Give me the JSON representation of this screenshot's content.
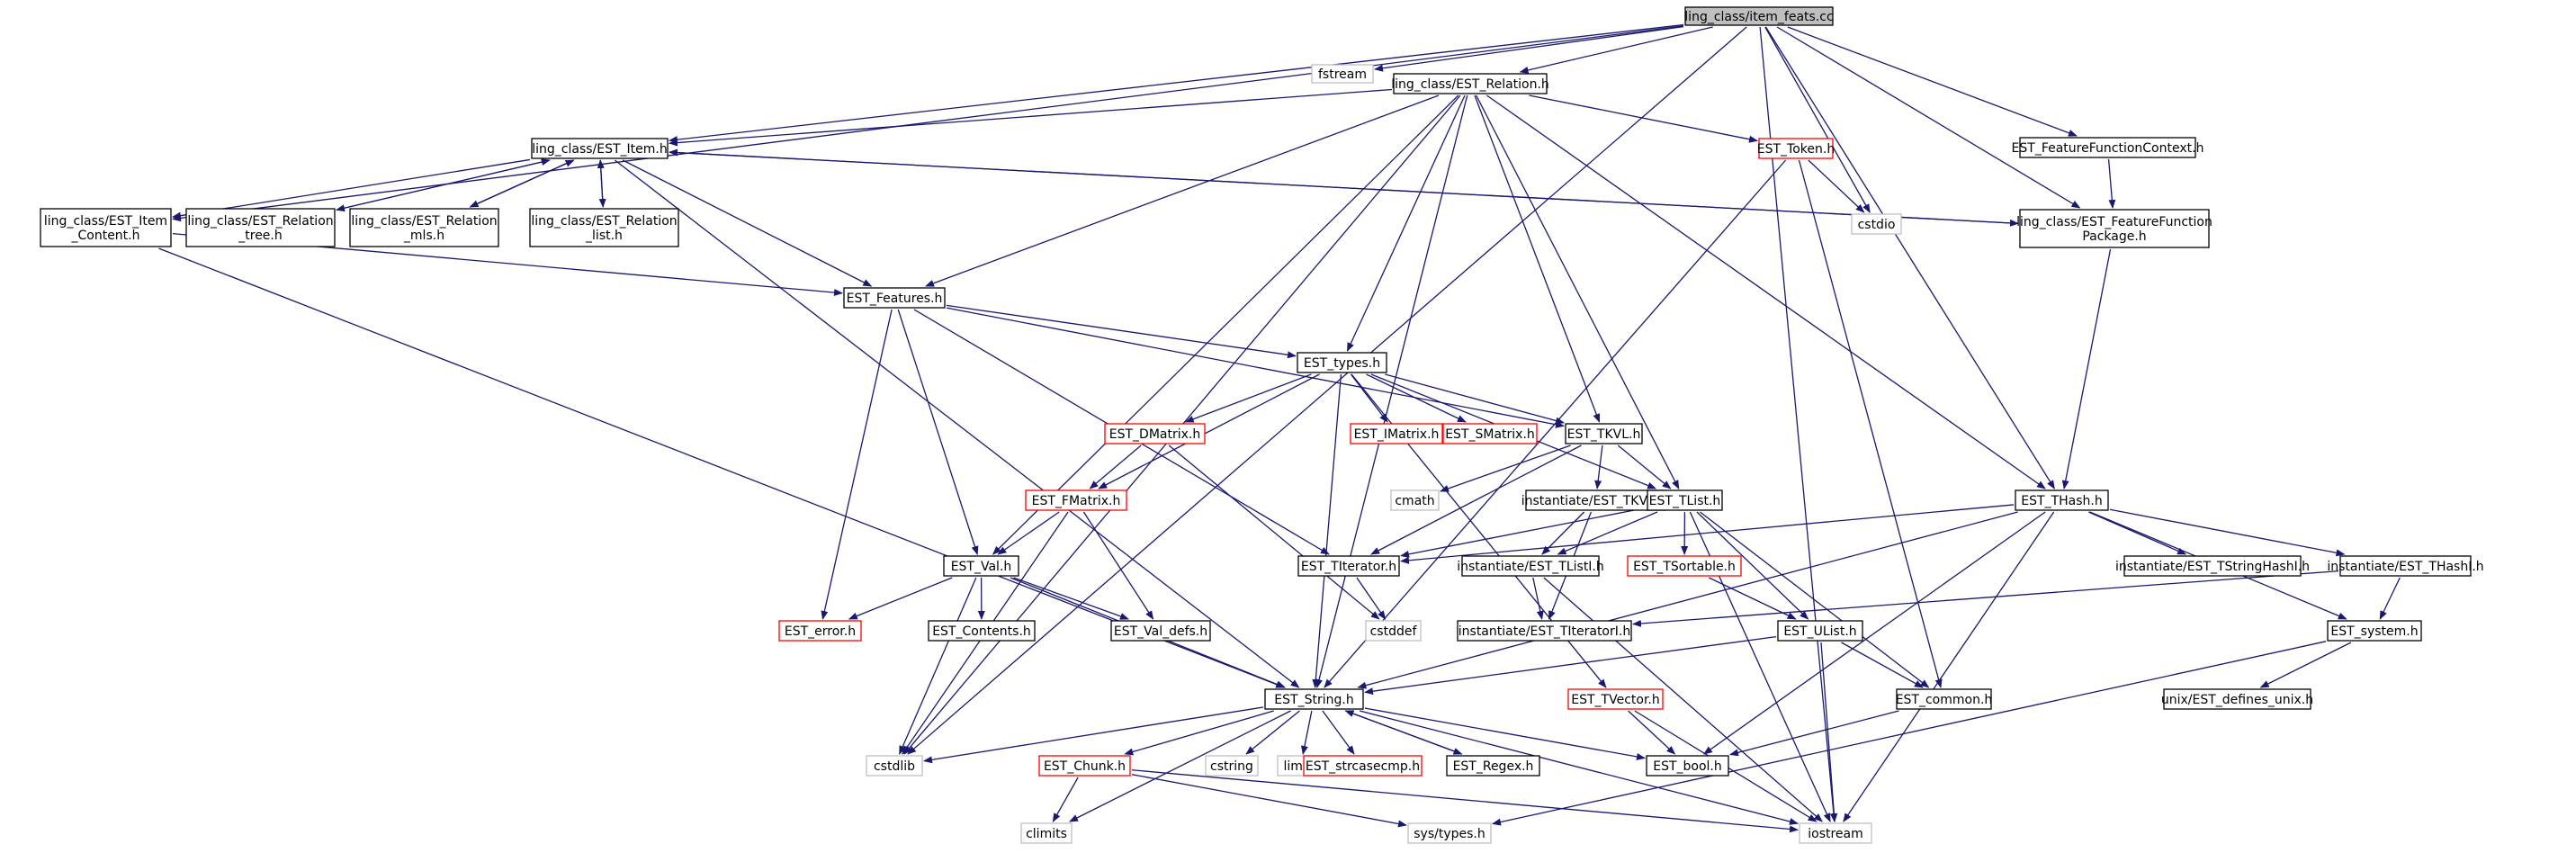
{
  "title": "ling_class/item_feats.cc",
  "colors": {
    "edge": "#191970",
    "box_default": "#000000",
    "box_missing": "#ff0000",
    "box_system": "#bfbfbf",
    "box_root_fill": "#bfbfbf",
    "text": "#000000"
  },
  "nodes": [
    {
      "id": "root",
      "label": [
        "ling_class/item_feats.cc"
      ],
      "kind": "root"
    },
    {
      "id": "fstream",
      "label": [
        "fstream"
      ],
      "kind": "system"
    },
    {
      "id": "relation",
      "label": [
        "ling_class/EST_Relation.h"
      ],
      "kind": "default"
    },
    {
      "id": "item",
      "label": [
        "ling_class/EST_Item.h"
      ],
      "kind": "default"
    },
    {
      "id": "token",
      "label": [
        "EST_Token.h"
      ],
      "kind": "missing"
    },
    {
      "id": "cstdio",
      "label": [
        "cstdio"
      ],
      "kind": "system"
    },
    {
      "id": "ffcontext",
      "label": [
        "EST_FeatureFunctionContext.h"
      ],
      "kind": "default"
    },
    {
      "id": "ffpackage",
      "label": [
        "ling_class/EST_FeatureFunction",
        "Package.h"
      ],
      "kind": "default"
    },
    {
      "id": "itemcontent",
      "label": [
        "ling_class/EST_Item",
        "_Content.h"
      ],
      "kind": "default"
    },
    {
      "id": "reltree",
      "label": [
        "ling_class/EST_Relation",
        "_tree.h"
      ],
      "kind": "default"
    },
    {
      "id": "relmls",
      "label": [
        "ling_class/EST_Relation",
        "_mls.h"
      ],
      "kind": "default"
    },
    {
      "id": "rellist",
      "label": [
        "ling_class/EST_Relation",
        "_list.h"
      ],
      "kind": "default"
    },
    {
      "id": "features",
      "label": [
        "EST_Features.h"
      ],
      "kind": "default"
    },
    {
      "id": "types",
      "label": [
        "EST_types.h"
      ],
      "kind": "default"
    },
    {
      "id": "dmatrix",
      "label": [
        "EST_DMatrix.h"
      ],
      "kind": "missing"
    },
    {
      "id": "imatrix",
      "label": [
        "EST_IMatrix.h"
      ],
      "kind": "missing"
    },
    {
      "id": "smatrix",
      "label": [
        "EST_SMatrix.h"
      ],
      "kind": "missing"
    },
    {
      "id": "tkvl",
      "label": [
        "EST_TKVL.h"
      ],
      "kind": "default"
    },
    {
      "id": "fmatrix",
      "label": [
        "EST_FMatrix.h"
      ],
      "kind": "missing"
    },
    {
      "id": "cmath",
      "label": [
        "cmath"
      ],
      "kind": "system"
    },
    {
      "id": "tkvli",
      "label": [
        "instantiate/EST_TKVLI.h"
      ],
      "kind": "default"
    },
    {
      "id": "tlist",
      "label": [
        "EST_TList.h"
      ],
      "kind": "default"
    },
    {
      "id": "thash",
      "label": [
        "EST_THash.h"
      ],
      "kind": "default"
    },
    {
      "id": "val",
      "label": [
        "EST_Val.h"
      ],
      "kind": "default"
    },
    {
      "id": "titerator",
      "label": [
        "EST_TIterator.h"
      ],
      "kind": "default"
    },
    {
      "id": "tlisti",
      "label": [
        "instantiate/EST_TListI.h"
      ],
      "kind": "default"
    },
    {
      "id": "tsortable",
      "label": [
        "EST_TSortable.h"
      ],
      "kind": "missing"
    },
    {
      "id": "tstringhashi",
      "label": [
        "instantiate/EST_TStringHashI.h"
      ],
      "kind": "default"
    },
    {
      "id": "thashi",
      "label": [
        "instantiate/EST_THashI.h"
      ],
      "kind": "default"
    },
    {
      "id": "error",
      "label": [
        "EST_error.h"
      ],
      "kind": "missing"
    },
    {
      "id": "contents",
      "label": [
        "EST_Contents.h"
      ],
      "kind": "default"
    },
    {
      "id": "valdefs",
      "label": [
        "EST_Val_defs.h"
      ],
      "kind": "default"
    },
    {
      "id": "cstddef",
      "label": [
        "cstddef"
      ],
      "kind": "system"
    },
    {
      "id": "titeratori",
      "label": [
        "instantiate/EST_TIteratorI.h"
      ],
      "kind": "default"
    },
    {
      "id": "ulist",
      "label": [
        "EST_UList.h"
      ],
      "kind": "default"
    },
    {
      "id": "system",
      "label": [
        "EST_system.h"
      ],
      "kind": "default"
    },
    {
      "id": "estring",
      "label": [
        "EST_String.h"
      ],
      "kind": "default"
    },
    {
      "id": "tvector",
      "label": [
        "EST_TVector.h"
      ],
      "kind": "missing"
    },
    {
      "id": "common",
      "label": [
        "EST_common.h"
      ],
      "kind": "default"
    },
    {
      "id": "definesunix",
      "label": [
        "unix/EST_defines_unix.h"
      ],
      "kind": "default"
    },
    {
      "id": "cstdlib",
      "label": [
        "cstdlib"
      ],
      "kind": "system"
    },
    {
      "id": "chunk",
      "label": [
        "EST_Chunk.h"
      ],
      "kind": "missing"
    },
    {
      "id": "cstring",
      "label": [
        "cstring"
      ],
      "kind": "system"
    },
    {
      "id": "limits",
      "label": [
        "limits"
      ],
      "kind": "system"
    },
    {
      "id": "strcasecmp",
      "label": [
        "EST_strcasecmp.h"
      ],
      "kind": "missing"
    },
    {
      "id": "regex",
      "label": [
        "EST_Regex.h"
      ],
      "kind": "default"
    },
    {
      "id": "bool",
      "label": [
        "EST_bool.h"
      ],
      "kind": "default"
    },
    {
      "id": "climits",
      "label": [
        "climits"
      ],
      "kind": "system"
    },
    {
      "id": "systypes",
      "label": [
        "sys/types.h"
      ],
      "kind": "system"
    },
    {
      "id": "iostream",
      "label": [
        "iostream"
      ],
      "kind": "system"
    }
  ],
  "edges": [
    [
      "root",
      "fstream"
    ],
    [
      "root",
      "relation"
    ],
    [
      "root",
      "item"
    ],
    [
      "root",
      "itemcontent"
    ],
    [
      "root",
      "cstdio"
    ],
    [
      "root",
      "ffcontext"
    ],
    [
      "root",
      "ffpackage"
    ],
    [
      "root",
      "thash"
    ],
    [
      "root",
      "cstdlib"
    ],
    [
      "root",
      "iostream"
    ],
    [
      "relation",
      "item"
    ],
    [
      "relation",
      "token"
    ],
    [
      "relation",
      "features"
    ],
    [
      "relation",
      "types"
    ],
    [
      "relation",
      "val"
    ],
    [
      "relation",
      "tkvl"
    ],
    [
      "relation",
      "tlist"
    ],
    [
      "relation",
      "thash"
    ],
    [
      "relation",
      "estring"
    ],
    [
      "relation",
      "cstdlib"
    ],
    [
      "item",
      "itemcontent"
    ],
    [
      "item",
      "reltree"
    ],
    [
      "item",
      "relmls"
    ],
    [
      "item",
      "rellist"
    ],
    [
      "item",
      "features"
    ],
    [
      "item",
      "ffpackage"
    ],
    [
      "item",
      "estring"
    ],
    [
      "reltree",
      "item"
    ],
    [
      "relmls",
      "item"
    ],
    [
      "rellist",
      "item"
    ],
    [
      "itemcontent",
      "features"
    ],
    [
      "itemcontent",
      "estring"
    ],
    [
      "token",
      "cstdio"
    ],
    [
      "token",
      "estring"
    ],
    [
      "token",
      "common"
    ],
    [
      "ffcontext",
      "ffpackage"
    ],
    [
      "ffpackage",
      "item"
    ],
    [
      "ffpackage",
      "thash"
    ],
    [
      "features",
      "types"
    ],
    [
      "features",
      "val"
    ],
    [
      "features",
      "tkvl"
    ],
    [
      "features",
      "titerator"
    ],
    [
      "features",
      "error"
    ],
    [
      "types",
      "dmatrix"
    ],
    [
      "types",
      "imatrix"
    ],
    [
      "types",
      "smatrix"
    ],
    [
      "types",
      "tkvl"
    ],
    [
      "types",
      "fmatrix"
    ],
    [
      "types",
      "tlist"
    ],
    [
      "types",
      "estring"
    ],
    [
      "types",
      "tvector"
    ],
    [
      "dmatrix",
      "fmatrix"
    ],
    [
      "dmatrix",
      "cstddef"
    ],
    [
      "fmatrix",
      "val"
    ],
    [
      "fmatrix",
      "valdefs"
    ],
    [
      "fmatrix",
      "cstdlib"
    ],
    [
      "tkvl",
      "cmath"
    ],
    [
      "tkvl",
      "tkvli"
    ],
    [
      "tkvl",
      "tlist"
    ],
    [
      "tkvl",
      "titerator"
    ],
    [
      "tkvli",
      "tlisti"
    ],
    [
      "tkvli",
      "titeratori"
    ],
    [
      "tlist",
      "titerator"
    ],
    [
      "tlist",
      "tlisti"
    ],
    [
      "tlist",
      "tsortable"
    ],
    [
      "tlist",
      "ulist"
    ],
    [
      "tlist",
      "common"
    ],
    [
      "tlist",
      "iostream"
    ],
    [
      "thash",
      "titerator"
    ],
    [
      "thash",
      "tstringhashi"
    ],
    [
      "thash",
      "thashi"
    ],
    [
      "thash",
      "system"
    ],
    [
      "thash",
      "estring"
    ],
    [
      "thash",
      "bool"
    ],
    [
      "thash",
      "iostream"
    ],
    [
      "thashi",
      "titeratori"
    ],
    [
      "thashi",
      "system"
    ],
    [
      "tlisti",
      "titeratori"
    ],
    [
      "tlisti",
      "iostream"
    ],
    [
      "tsortable",
      "ulist"
    ],
    [
      "val",
      "error"
    ],
    [
      "val",
      "contents"
    ],
    [
      "val",
      "valdefs"
    ],
    [
      "val",
      "estring"
    ],
    [
      "val",
      "cstdlib"
    ],
    [
      "titerator",
      "cstddef"
    ],
    [
      "ulist",
      "estring"
    ],
    [
      "ulist",
      "common"
    ],
    [
      "ulist",
      "iostream"
    ],
    [
      "system",
      "definesunix"
    ],
    [
      "system",
      "systypes"
    ],
    [
      "estring",
      "cstdlib"
    ],
    [
      "estring",
      "chunk"
    ],
    [
      "estring",
      "cstring"
    ],
    [
      "estring",
      "limits"
    ],
    [
      "estring",
      "strcasecmp"
    ],
    [
      "estring",
      "regex"
    ],
    [
      "estring",
      "bool"
    ],
    [
      "estring",
      "climits"
    ],
    [
      "estring",
      "iostream"
    ],
    [
      "regex",
      "estring"
    ],
    [
      "chunk",
      "climits"
    ],
    [
      "chunk",
      "systypes"
    ],
    [
      "chunk",
      "iostream"
    ],
    [
      "tvector",
      "bool"
    ],
    [
      "tvector",
      "iostream"
    ],
    [
      "common",
      "bool"
    ]
  ]
}
